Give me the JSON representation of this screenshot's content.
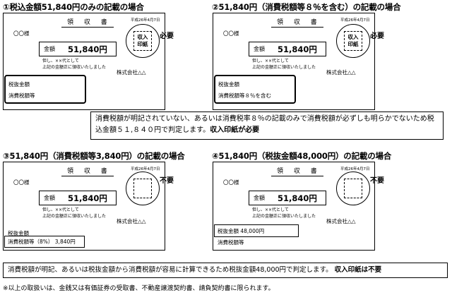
{
  "sections": [
    {
      "title": "①税込金額51,840円のみの記載の場合",
      "receipt": {
        "title": "領 収 書",
        "date": "平成26年4月7日",
        "to": "〇〇様",
        "amount_label": "金額",
        "amount_value": "51,840円",
        "note_line1": "但し、××代として",
        "note_line2": "上記の金額正に領収いたしました",
        "company": "株式会社△△",
        "tax_items": [
          "税抜金額",
          "消費税額等"
        ]
      },
      "stamp": {
        "line1": "収入",
        "line2": "印紙",
        "requirement": "必要"
      }
    },
    {
      "title": "②51,840円（消費税額等８％を含む）の記載の場合",
      "receipt": {
        "title": "領 収 書",
        "date": "平成26年4月7日",
        "to": "〇〇様",
        "amount_label": "金額",
        "amount_value": "51,840円",
        "note_line1": "但し、××代として",
        "note_line2": "上記の金額正に領収いたしました",
        "company": "株式会社△△",
        "tax_items": [
          "税抜金額",
          "消費税額等８％を含む"
        ]
      },
      "stamp": {
        "line1": "収入",
        "line2": "印紙",
        "requirement": "必要"
      }
    },
    {
      "title": "③51,840円（消費税額等3,840円）の記載の場合",
      "receipt": {
        "title": "領 収 書",
        "date": "平成26年4月7日",
        "to": "〇〇様",
        "amount_label": "金額",
        "amount_value": "51,840円",
        "note_line1": "但し、××代として",
        "note_line2": "上記の金額正に領収いたしました",
        "company": "株式会社△△",
        "tax_items": [
          "税抜金額",
          "消費税額等（8%） 3,840円"
        ]
      },
      "stamp": {
        "requirement": "不要"
      }
    },
    {
      "title": "④51,840円（税抜金額48,000円）の記載の場合",
      "receipt": {
        "title": "領 収 書",
        "date": "平成26年4月7日",
        "to": "〇〇様",
        "amount_label": "金額",
        "amount_value": "51,840円",
        "note_line1": "但し、××代として",
        "note_line2": "上記の金額正に領収いたしました",
        "company": "株式会社△△",
        "tax_items": [
          "税抜金額 48,000円",
          "消費税額等"
        ]
      },
      "stamp": {
        "requirement": "不要"
      }
    }
  ],
  "callout_top": {
    "text": "消費税額が明記されていない、あるいは消費税率８％の記載のみで消費税額が必ずしも明らかでないため税込金額５１,８４０円で判定します。",
    "emphasis": "収入印紙が必要"
  },
  "callout_bottom": {
    "text": "消費税額が明記、あるいは税抜金額から消費税額が容易に計算できるため税抜金額48,000円で判定します。",
    "emphasis": "収入印紙は不要"
  },
  "footnote": "※以上の取扱いは、金銭又は有価証券の受取書、不動産譲渡契約書、請負契約書に限られます。"
}
